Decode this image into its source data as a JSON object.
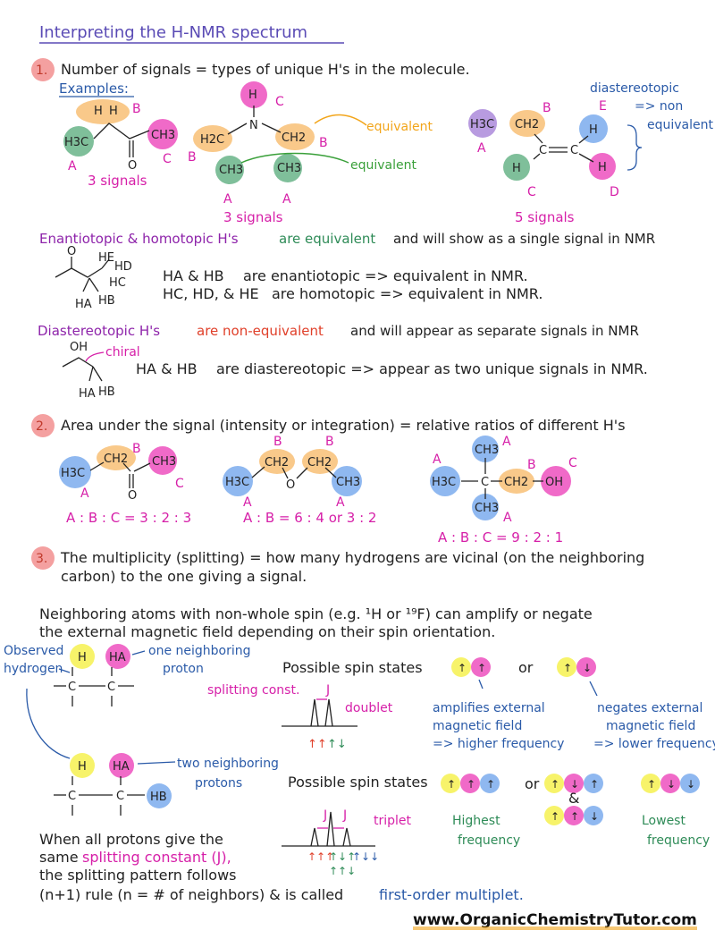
{
  "title": "Interpreting the H-NMR spectrum",
  "colors": {
    "ink": "#222222",
    "title": "#5a4bb5",
    "magenta": "#d61fa8",
    "red": "#e0402a",
    "green": "#2e8b57",
    "blue": "#2a5aa8",
    "orange": "#f2a51a",
    "step_badge": "#f4a0a0",
    "yellow": "#f7f36a",
    "pink": "#f06ac8",
    "purple": "#b89be0",
    "teal": "#7fbf9a",
    "lightblue": "#8fb8f0",
    "peach": "#f9c98a"
  },
  "s1": {
    "num": "1.",
    "heading": "Number of signals = types of unique H's in the molecule.",
    "examples": "Examples:",
    "ex1": {
      "h3c": "H3C",
      "ch3": "CH3",
      "h": "H",
      "o": "O",
      "A": "A",
      "B": "B",
      "C": "C",
      "signals": "3 signals"
    },
    "ex2": {
      "h": "H",
      "n": "N",
      "h2c": "H2C",
      "ch2": "CH2",
      "ch3a": "CH3",
      "ch3b": "CH3",
      "A1": "A",
      "A2": "A",
      "B1": "B",
      "B2": "B",
      "C": "C",
      "eq1": "equivalent",
      "eq2": "equivalent",
      "signals": "3 signals"
    },
    "ex3": {
      "h3c": "H3C",
      "ch2": "CH2",
      "c": "C",
      "h1": "H",
      "h2": "H",
      "h3": "H",
      "A": "A",
      "B": "B",
      "C": "C",
      "D": "D",
      "E": "E",
      "diastereotopic": "diastereotopic",
      "non": "=> non",
      "equivalent": "equivalent",
      "signals": "5 signals"
    }
  },
  "enantio": {
    "line_a": "Enantiotopic & homotopic H's",
    "line_b": "are equivalent",
    "line_c": "and will show as a single signal in NMR",
    "stmt1_a": "HA & HB",
    "stmt1_b": "are enantiotopic => equivalent in NMR.",
    "stmt2_a": "HC, HD, & HE",
    "stmt2_b": "are homotopic => equivalent in NMR.",
    "labels": {
      "o": "O",
      "he": "HE",
      "hd": "HD",
      "hc": "HC",
      "ha": "HA",
      "hb": "HB"
    }
  },
  "diastereo": {
    "line_a": "Diastereotopic H's",
    "line_b": "are non-equivalent",
    "line_c": "and will appear as separate signals in NMR",
    "chiral": "chiral",
    "oh": "OH",
    "ha": "HA",
    "hb": "HB",
    "stmt_a": "HA & HB",
    "stmt_b": "are diastereotopic => appear as two unique signals in NMR."
  },
  "s2": {
    "num": "2.",
    "heading": "Area under the signal (intensity or integration) = relative ratios of different H's",
    "m1": {
      "h3c": "H3C",
      "ch2": "CH2",
      "ch3": "CH3",
      "o": "O",
      "A": "A",
      "B": "B",
      "C": "C",
      "ratio": "A : B : C = 3 : 2 : 3"
    },
    "m2": {
      "h3c": "H3C",
      "ch2a": "CH2",
      "ch2b": "CH2",
      "o": "O",
      "ch3": "CH3",
      "A1": "A",
      "A2": "A",
      "B1": "B",
      "B2": "B",
      "ratio": "A : B = 6 : 4 or 3 : 2"
    },
    "m3": {
      "h3c": "H3C",
      "c": "C",
      "ch2": "CH2",
      "oh": "OH",
      "ch3t": "CH3",
      "ch3b": "CH3",
      "A1": "A",
      "A2": "A",
      "A3": "A",
      "B": "B",
      "C": "C",
      "ratio": "A : B : C = 9 : 2 : 1"
    }
  },
  "s3": {
    "num": "3.",
    "heading1": "The multiplicity (splitting) = how many hydrogens are vicinal (on the neighboring",
    "heading2": "carbon) to the one giving a signal.",
    "para1": "Neighboring atoms with non-whole spin (e.g. ¹H or ¹⁹F) can amplify or negate",
    "para2": "the external magnetic field depending on their spin orientation.",
    "observed1": "Observed",
    "observed2": "hydrogen",
    "one_neighbor1": "one neighboring",
    "one_neighbor2": "proton",
    "two_neighbor1": "two neighboring",
    "two_neighbor2": "protons",
    "possible_spin1": "Possible spin states",
    "possible_spin2": "Possible spin states",
    "splitting_const": "splitting const.",
    "j": "J",
    "doublet": "doublet",
    "triplet": "triplet",
    "or1": "or",
    "or2": "or",
    "amp": "&",
    "amplifies1": "amplifies external",
    "amplifies2": "magnetic field",
    "amplifies3": "=> higher frequency",
    "negates1": "negates external",
    "negates2": "magnetic field",
    "negates3": "=> lower frequency",
    "highest1": "Highest",
    "highest2": "frequency",
    "lowest1": "Lowest",
    "lowest2": "frequency",
    "struct": {
      "h": "H",
      "ha": "HA",
      "hb": "HB",
      "c": "C"
    },
    "when1": "When all protons give the",
    "when2a": "same",
    "when2b": "splitting constant (J),",
    "when3": "the splitting pattern follows",
    "when4a": "(n+1) rule (n = # of neighbors) & is called",
    "when4b": "first-order multiplet."
  },
  "footer": "www.OrganicChemistryTutor.com"
}
